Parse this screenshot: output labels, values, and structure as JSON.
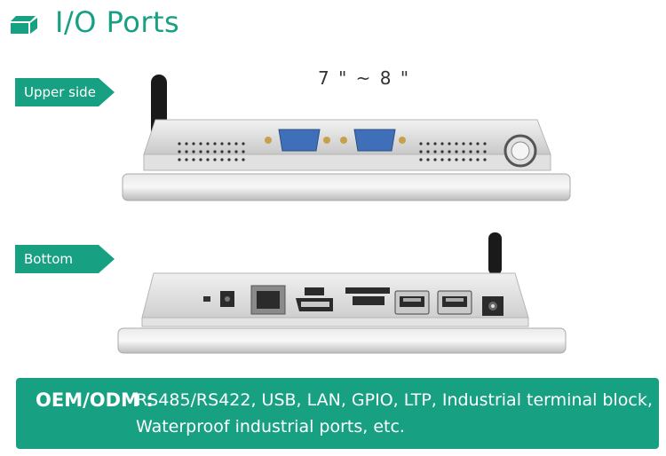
{
  "title": "I/O Ports",
  "title_icon": "double-box-icon",
  "tags": {
    "upper": "Upper side",
    "bottom": "Bottom"
  },
  "size_label": "7 \" ~ 8 \"",
  "features": {
    "label": "OEM/ODM :",
    "line1": "RS485/RS422,  USB,  LAN,  GPIO,  LTP,  Industrial terminal block,",
    "line2": "Waterproof industrial ports, etc."
  },
  "colors": {
    "accent": "#18a083",
    "text": "#333333",
    "panel_silver": "#dcdcdc",
    "port_blue": "#3f6fb8"
  }
}
